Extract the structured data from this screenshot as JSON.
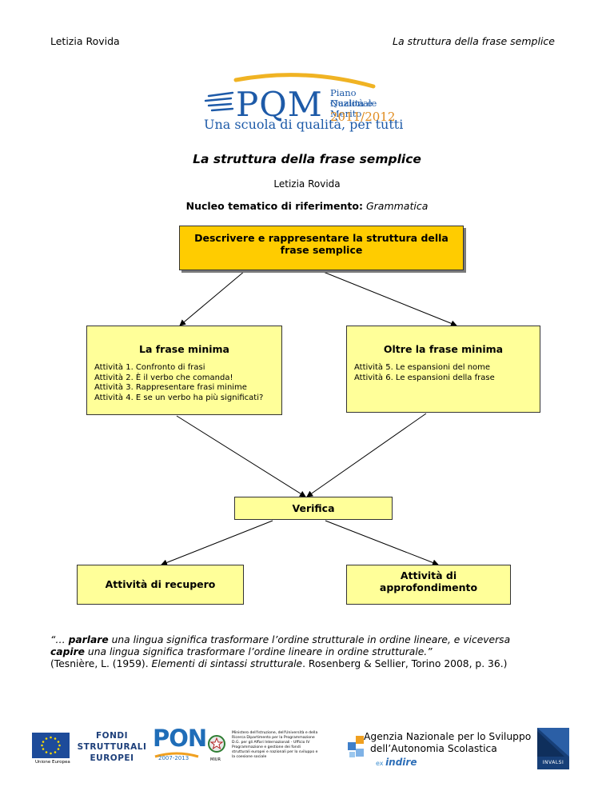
{
  "header": {
    "author": "Letizia Rovida",
    "doc_title": "La struttura della frase semplice"
  },
  "logo": {
    "acronym": "PQM",
    "line1": "Piano Nazionale",
    "line2": "Qualità e Merito",
    "years": "2011/2012",
    "tagline": "Una scuola di qualità, per tutti"
  },
  "title": "La struttura della frase semplice",
  "author": "Letizia Rovida",
  "nucleo": {
    "label": "Nucleo tematico di riferimento:",
    "value": "Grammatica"
  },
  "diagram": {
    "top_line1": "Descrivere e rappresentare la struttura della",
    "top_line2": "frase semplice",
    "left": {
      "title": "La frase minima",
      "items": [
        "Attività 1. Confronto di frasi",
        "Attività 2. È il verbo che comanda!",
        "Attività 3. Rappresentare frasi minime",
        "Attività 4. E se un verbo ha più significati?"
      ]
    },
    "right": {
      "title": "Oltre la frase minima",
      "items": [
        "Attività 5. Le espansioni del nome",
        "Attività 6. Le espansioni della frase"
      ]
    },
    "verifica": "Verifica",
    "recupero": "Attività di recupero",
    "approf_line1": "Attività di",
    "approf_line2": "approfondimento"
  },
  "quote": {
    "open": "“… ",
    "w1": "parlare",
    "mid1": " una lingua significa trasformare l’ordine strutturale in ordine lineare, e viceversa",
    "w2": "capire",
    "mid2": " una lingua significa trasformare l’ordine lineare in ordine strutturale.”",
    "cite_pre": "(Tesnière, L. (1959). ",
    "cite_book": "Elementi di sintassi strutturale",
    "cite_post": ". Rosenberg & Sellier, Torino 2008, p. 36.)"
  },
  "footer": {
    "eu": "Unione Europea",
    "fondi_1": "FONDI",
    "fondi_2": "STRUTTURALI",
    "fondi_3": "EUROPEI",
    "pon": "PON",
    "pon_years": "2007-2013",
    "miur": "MIUR",
    "ministero": "Ministero dell'Istruzione, dell'Università e della Ricerca Dipartimento per la Programmazione D.G. per gli Affari Internazionali - Ufficio IV Programmazione e gestione dei fondi strutturali europei e nazionali per lo sviluppo e la coesione sociale",
    "agency_1": "Agenzia Nazionale per lo Sviluppo",
    "agency_2": "dell’Autonomia Scolastica",
    "ex": "ex",
    "indire": "indire",
    "invalsi": "INVALSI"
  },
  "colors": {
    "top_box": "#ffcc00",
    "boxes": "#ffff99",
    "logo_blue": "#1d5aa8",
    "logo_orange": "#e08a1c"
  }
}
